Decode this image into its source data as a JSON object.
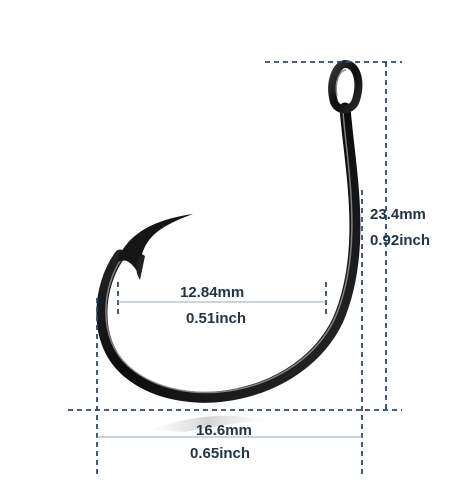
{
  "dimensions": {
    "height": {
      "mm": "23.4mm",
      "inch": "0.92inch"
    },
    "gap": {
      "mm": "12.84mm",
      "inch": "0.51inch"
    },
    "width": {
      "mm": "16.6mm",
      "inch": "0.65inch"
    }
  },
  "colors": {
    "dimension_line": "#2d4a6e",
    "label_text": "#243447",
    "hook_dark": "#111111",
    "hook_highlight": "#8a8a8a"
  }
}
